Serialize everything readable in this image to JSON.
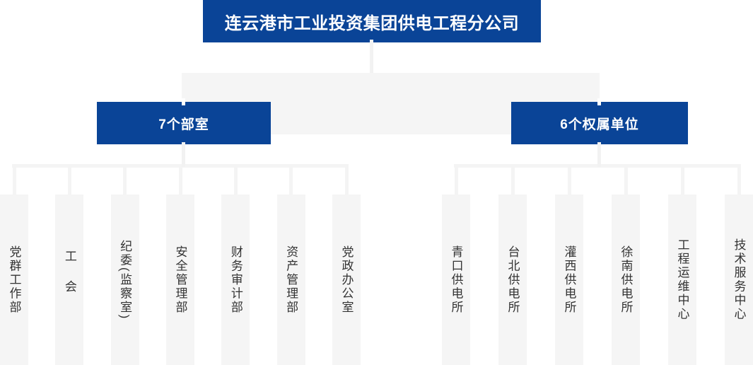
{
  "org_chart": {
    "root": "连云港市工业投资集团供电工程分公司",
    "groups": [
      {
        "label": "7个部室",
        "children": [
          "党群工作部",
          "工会",
          "纪委(监察室)",
          "安全管理部",
          "财务审计部",
          "资产管理部",
          "党政办公室"
        ]
      },
      {
        "label": "6个权属单位",
        "children": [
          "青口供电所",
          "台北供电所",
          "灌西供电所",
          "徐南供电所",
          "工程运维中心",
          "技术服务中心"
        ]
      }
    ],
    "colors": {
      "primary_blue": "#0a4497",
      "panel_gray": "#f5f5f5",
      "connector_gray": "#f2f2f2",
      "text_dark": "#333333",
      "text_on_blue": "#ffffff"
    }
  }
}
